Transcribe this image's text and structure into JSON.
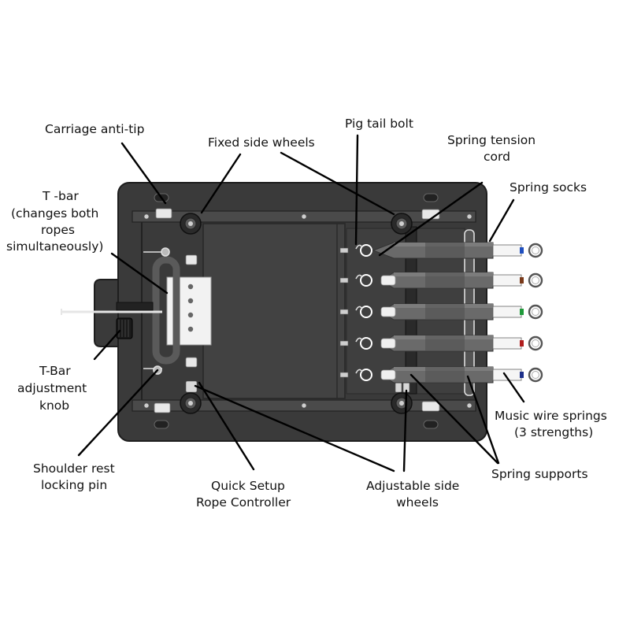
{
  "labels": {
    "carriage_anti_tip": "Carriage anti-tip",
    "fixed_side_wheels": "Fixed side wheels",
    "pig_tail_bolt": "Pig tail bolt",
    "spring_tension_cord": [
      "Spring tension",
      "cord"
    ],
    "spring_socks": "Spring socks",
    "t_bar": [
      "T -bar",
      "(changes both",
      "ropes",
      "simultaneously)"
    ],
    "t_bar_knob": [
      "T-Bar",
      "adjustment",
      "knob"
    ],
    "shoulder_pin": [
      "Shoulder rest",
      "locking pin"
    ],
    "quick_setup": [
      "Quick Setup",
      "Rope Controller"
    ],
    "adjustable_wheels": [
      "Adjustable side",
      "wheels"
    ],
    "spring_supports": "Spring supports",
    "music_wire": [
      "Music wire springs",
      "(3 strengths)"
    ]
  },
  "colors": {
    "carriage": "#3a3a3a",
    "carriage_edge": "#1e1e1e",
    "plate": "#f2f2f2",
    "spring_tube": "#6a6a6a",
    "spring_tube_dark": "#4e4e4e",
    "ring": "#ffffff",
    "accent_blue": "#1f4fbf",
    "accent_brown": "#7a3a1a",
    "accent_green": "#1f9a3a",
    "accent_red": "#b01e1e",
    "accent_navy": "#1c2f8a"
  },
  "icons": {
    "wheel": "wheel-icon",
    "bolt": "bolt-icon",
    "ring": "eye-ring-icon",
    "knob": "knob-icon"
  },
  "spring_accents": [
    "accent_blue",
    "accent_brown",
    "accent_green",
    "accent_red",
    "accent_navy"
  ]
}
